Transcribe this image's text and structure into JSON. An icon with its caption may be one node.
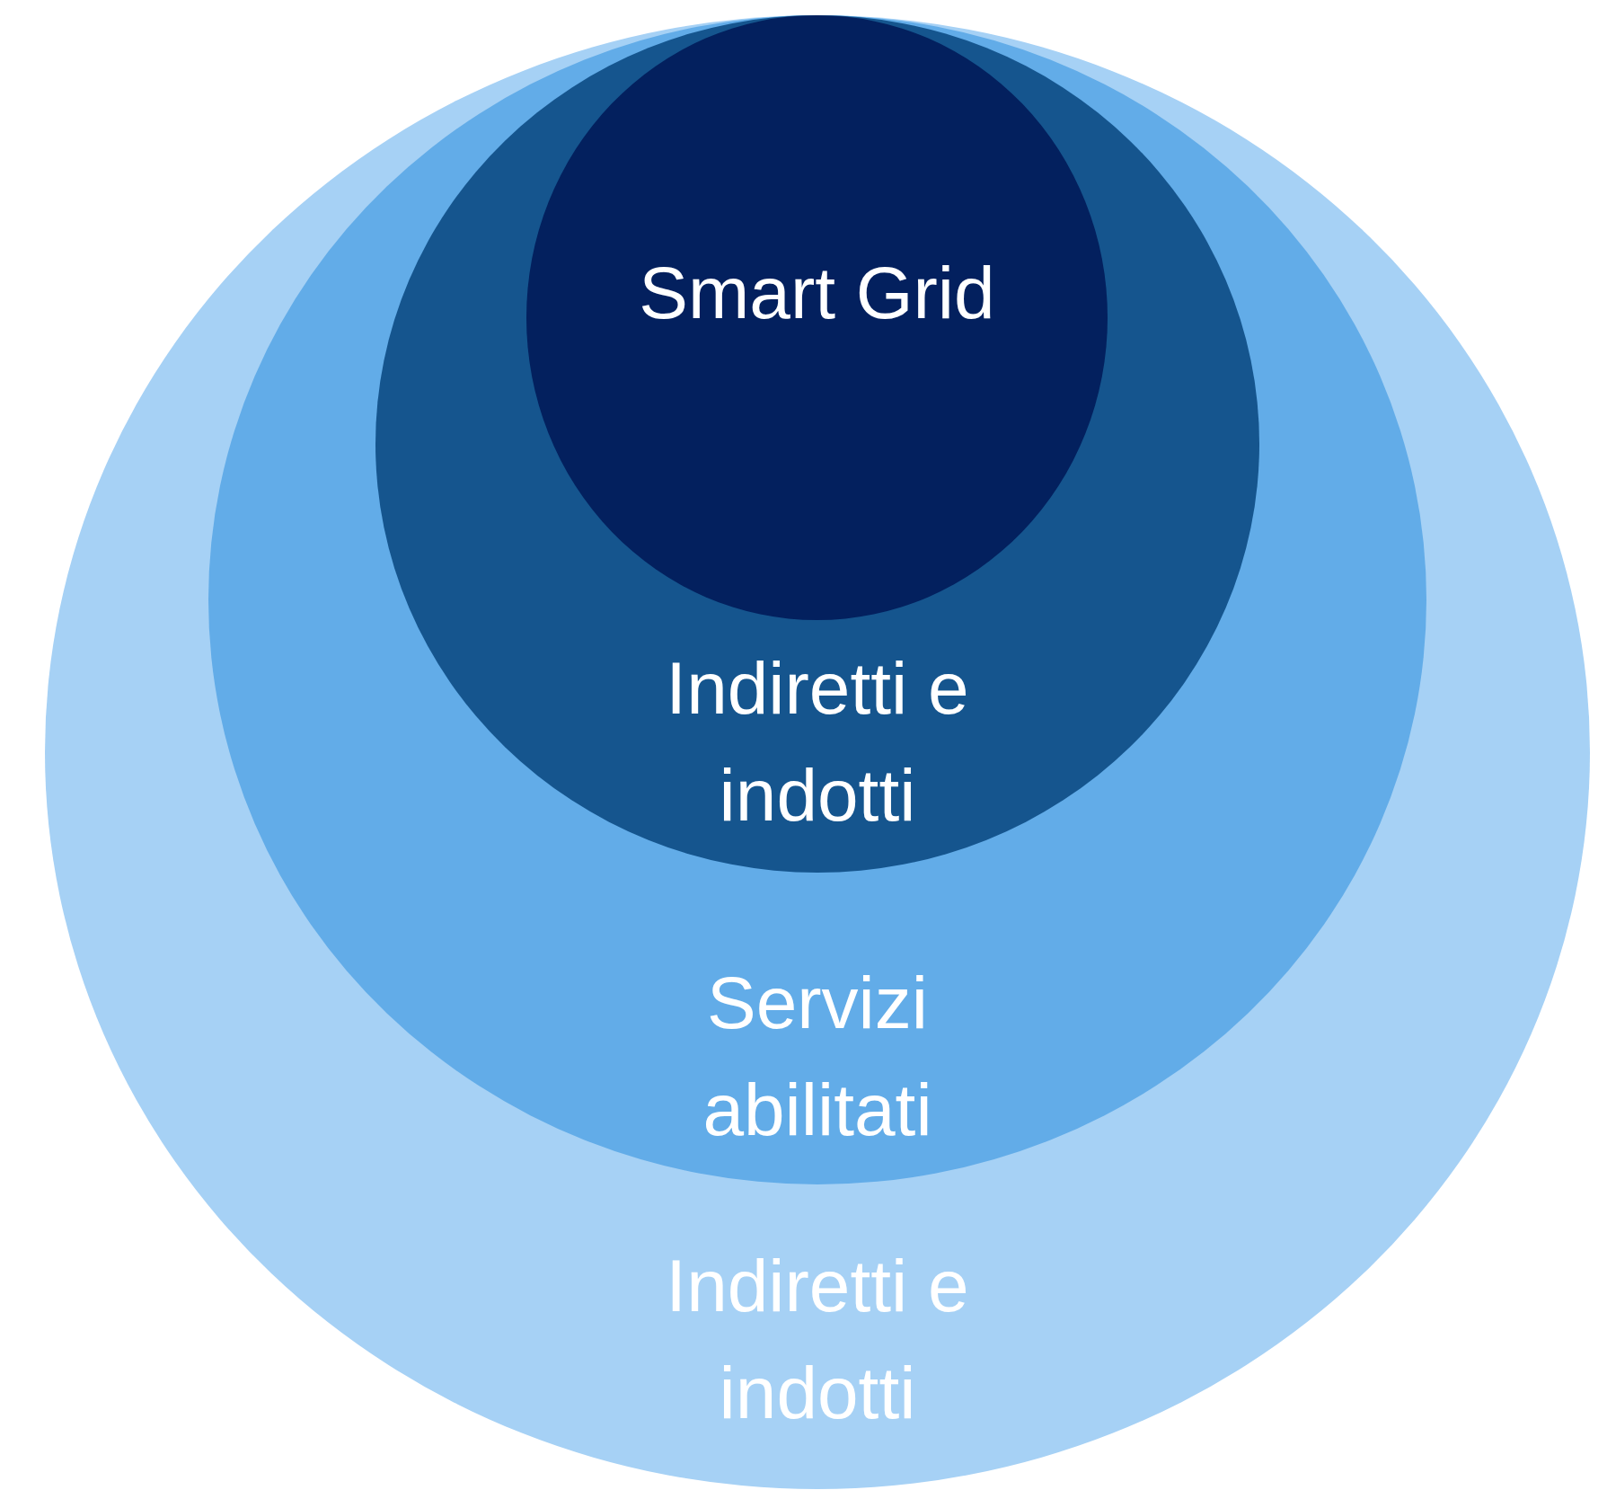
{
  "diagram": {
    "nodes": [
      {
        "text": [
          "Indiretti e indotti"
        ]
      },
      {
        "text": [
          "Servizi abilitati"
        ],
        "in": 0
      },
      {
        "text": [
          "Indiretti e indotti"
        ],
        "in": 1
      },
      {
        "text": [
          "Smart Grid"
        ],
        "in": 2
      }
    ]
  }
}
